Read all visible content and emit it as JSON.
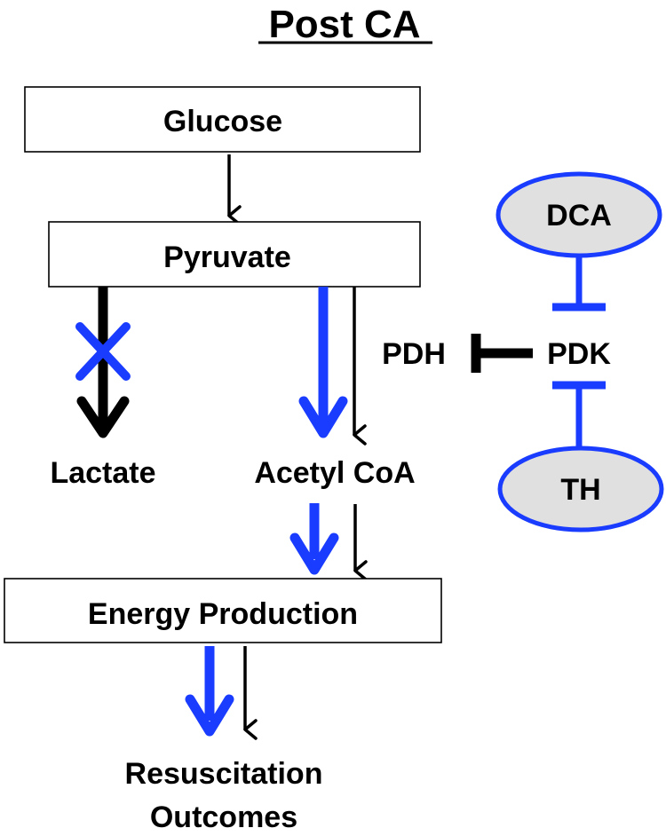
{
  "title": "Post CA",
  "nodes": {
    "glucose": "Glucose",
    "pyruvate": "Pyruvate",
    "lactate": "Lactate",
    "acetyl_coa": "Acetyl CoA",
    "energy_production": "Energy Production",
    "outcomes_line1": "Resuscitation",
    "outcomes_line2": "Outcomes",
    "pdh": "PDH",
    "pdk": "PDK",
    "dca": "DCA",
    "th": "TH"
  },
  "colors": {
    "blue": "#1a3cff",
    "black": "#000000",
    "ellipse_fill": "#e0e0e0",
    "box_fill": "#ffffff"
  }
}
